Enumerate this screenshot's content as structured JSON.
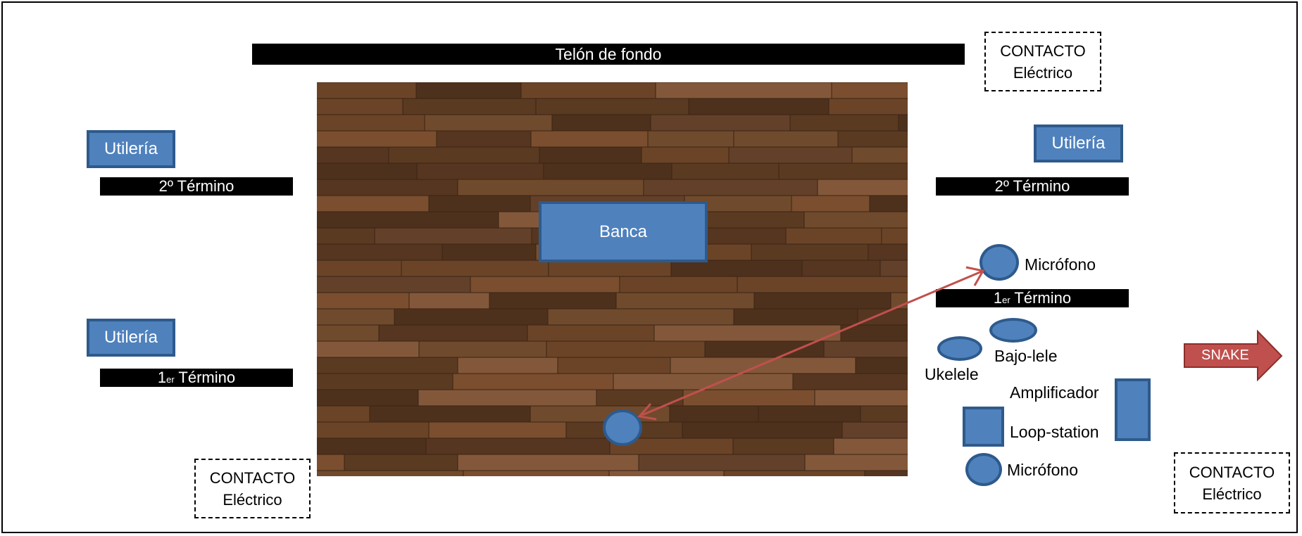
{
  "backdrop": {
    "label": "Telón de fondo"
  },
  "contacts": [
    {
      "line1": "CONTACTO",
      "line2": "Eléctrico"
    },
    {
      "line1": "CONTACTO",
      "line2": "Eléctrico"
    },
    {
      "line1": "CONTACTO",
      "line2": "Eléctrico"
    }
  ],
  "left": {
    "prop_top": "Utilería",
    "term_2": "2º Término",
    "prop_bottom": "Utilería",
    "term_1_prefix": "1",
    "term_1_sup": "er",
    "term_1_suffix": " Término"
  },
  "right": {
    "prop": "Utilería",
    "term_2": "2º Término",
    "term_1_prefix": "1",
    "term_1_sup": "er",
    "term_1_suffix": " Término"
  },
  "stage": {
    "bench": "Banca"
  },
  "equipment": {
    "mic_top": "Micrófono",
    "bajo_lele": "Bajo-lele",
    "ukelele": "Ukelele",
    "amplificador": "Amplificador",
    "loop_station": "Loop-station",
    "mic_bottom": "Micrófono"
  },
  "snake": {
    "label": "SNAKE"
  },
  "colors": {
    "shape_fill": "#4f81bd",
    "shape_border": "#2e5a8c",
    "arrow": "#c0504d",
    "floor_base": "#5a3a22"
  }
}
